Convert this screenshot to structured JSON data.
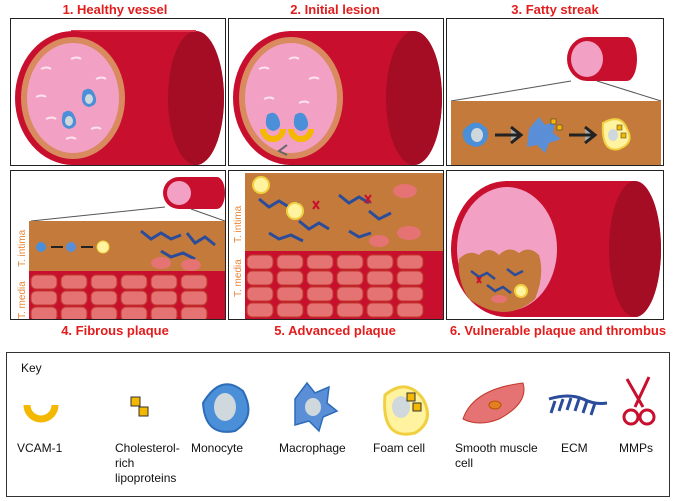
{
  "stages": [
    {
      "title": "1. Healthy vessel"
    },
    {
      "title": "2. Initial lesion"
    },
    {
      "title": "3. Fatty streak"
    },
    {
      "title": "4. Fibrous plaque"
    },
    {
      "title": "5. Advanced plaque"
    },
    {
      "title": "6. Vulnerable plaque and thrombus"
    }
  ],
  "layers": {
    "media": "T. media",
    "intima": "T. intima"
  },
  "key": {
    "title": "Key",
    "items": [
      {
        "label": "VCAM-1"
      },
      {
        "label": "Cholesterol-rich lipoproteins"
      },
      {
        "label": "Monocyte"
      },
      {
        "label": "Macrophage"
      },
      {
        "label": "Foam cell"
      },
      {
        "label": "Smooth muscle cell"
      },
      {
        "label": "ECM"
      },
      {
        "label": "MMPs"
      }
    ]
  },
  "colors": {
    "title_red": "#e31c1c",
    "vessel_red": "#c8102e",
    "lumen_pink": "#f2a1c4",
    "intima_orange": "#c47a3a",
    "muscle_pink": "#e57373",
    "monocyte_blue": "#4a8fd8",
    "ecm_blue": "#2b4c9a",
    "vcam_yellow": "#f5b800"
  }
}
